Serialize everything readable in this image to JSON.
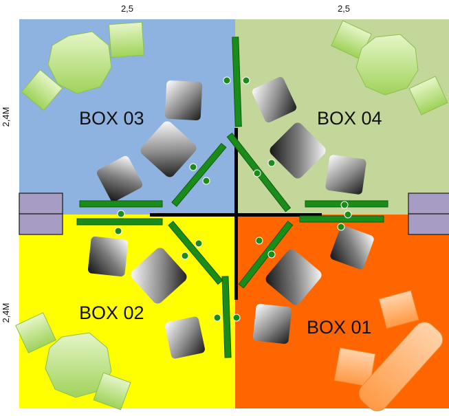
{
  "dimensions": {
    "width_left": "2,5",
    "width_right": "2,5",
    "height_top": "2,4M",
    "height_bottom": "2,4M"
  },
  "boxes": [
    {
      "label": "BOX 03",
      "color": "#8fb3e0"
    },
    {
      "label": "BOX 04",
      "color": "#c4d79b"
    },
    {
      "label": "BOX 02",
      "color": "#ffff00"
    },
    {
      "label": "BOX 01",
      "color": "#ff6600"
    }
  ],
  "colors": {
    "panel_green": "#1a8c1a",
    "wall": "#000000",
    "purple_block": "#a79cc4",
    "table_green": "#b3dc6e",
    "table_orange": "#ffab66"
  }
}
